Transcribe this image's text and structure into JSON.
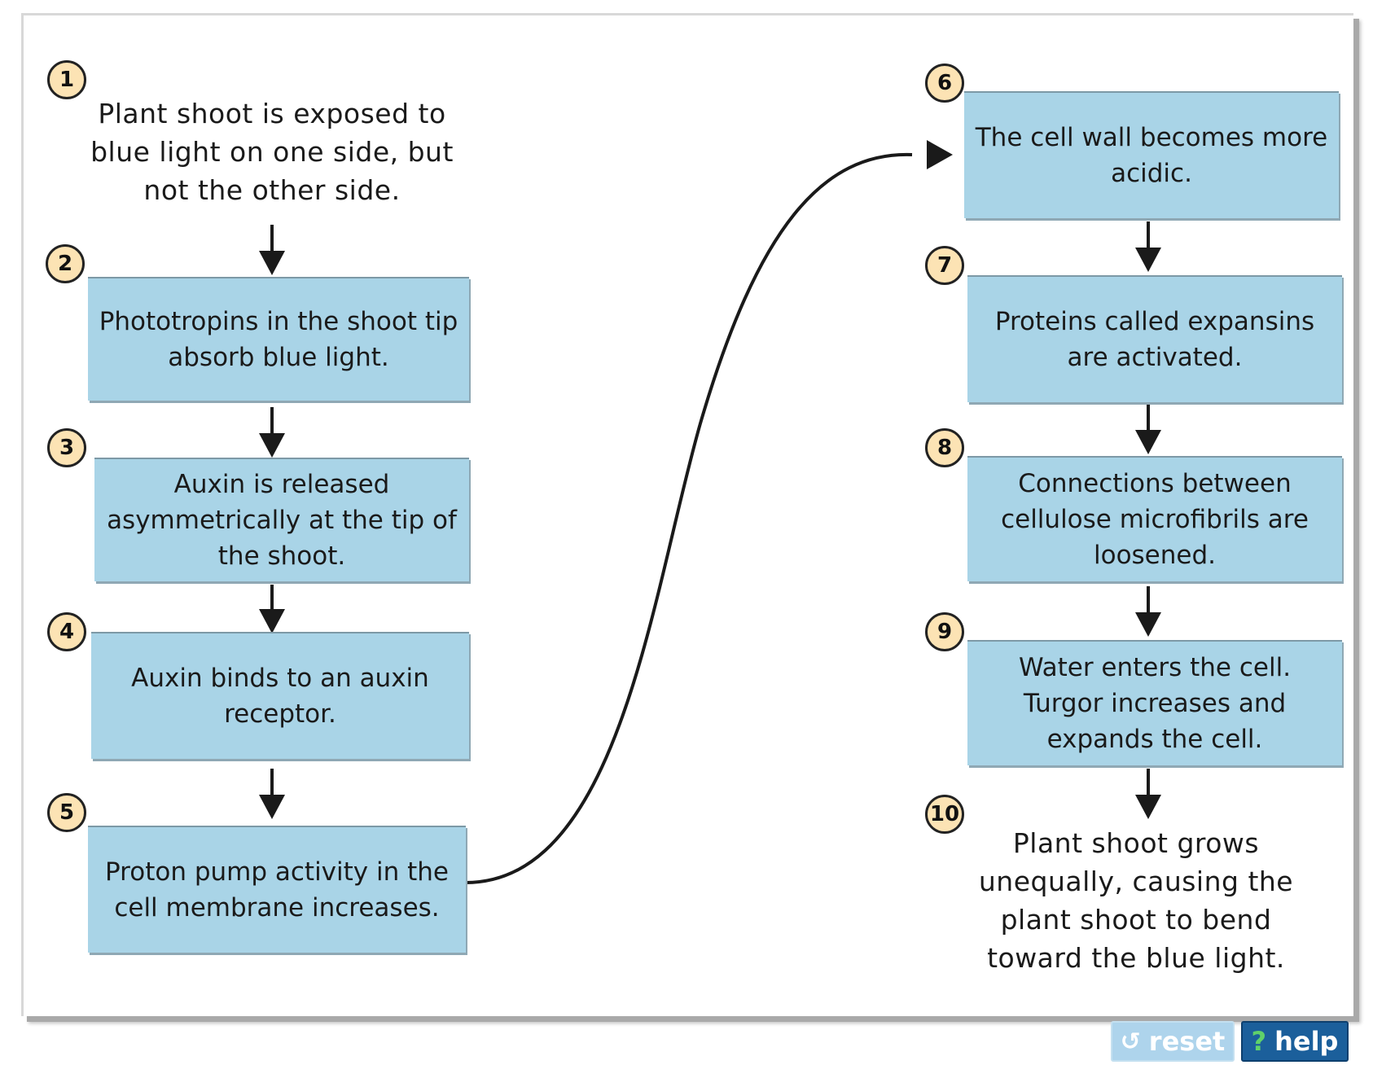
{
  "steps": [
    {
      "number": "1",
      "text": "Plant shoot is exposed to blue light on one side, but not the other side."
    },
    {
      "number": "2",
      "text": "Phototropins in the shoot tip absorb blue light."
    },
    {
      "number": "3",
      "text": "Auxin is released asymmetrically at the tip of the shoot."
    },
    {
      "number": "4",
      "text": "Auxin binds to an auxin receptor."
    },
    {
      "number": "5",
      "text": "Proton pump activity in the cell membrane increases."
    },
    {
      "number": "6",
      "text": "The cell wall becomes more acidic."
    },
    {
      "number": "7",
      "text": "Proteins called expansins are activated."
    },
    {
      "number": "8",
      "text": "Connections between cellulose microfibrils are loosened."
    },
    {
      "number": "9",
      "text": "Water enters the cell. Turgor increases and expands the cell."
    },
    {
      "number": "10",
      "text": "Plant shoot grows unequally, causing the plant shoot to bend toward the blue light."
    }
  ],
  "controls": {
    "reset_label": "reset",
    "help_label": "help"
  },
  "colors": {
    "box_fill": "#a9d4e7",
    "badge_fill": "#fce3b4",
    "help_button": "#1b5f9b",
    "reset_button": "#aed4ec"
  },
  "icons": {
    "reset": "undo-icon",
    "help": "question-icon"
  }
}
